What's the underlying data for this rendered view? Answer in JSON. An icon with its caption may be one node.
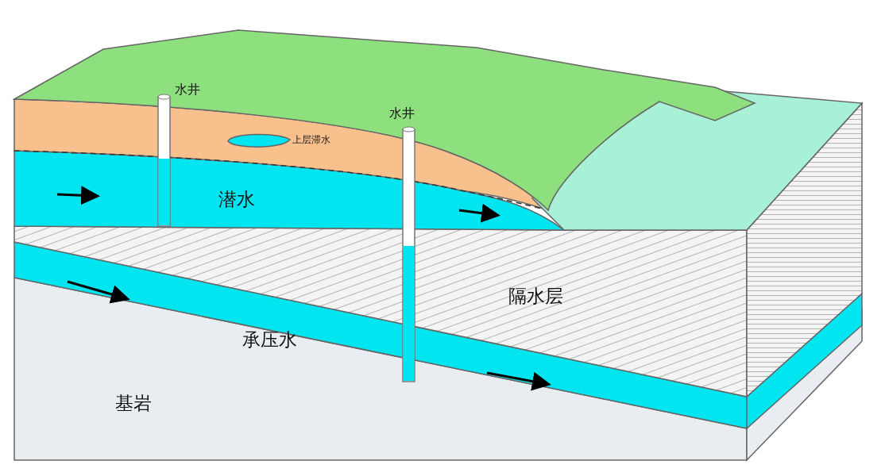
{
  "diagram": {
    "labels": [
      "水井",
      "水井",
      "上层滞水",
      "潜水",
      "隔水层",
      "承压水",
      "基岩"
    ]
  }
}
